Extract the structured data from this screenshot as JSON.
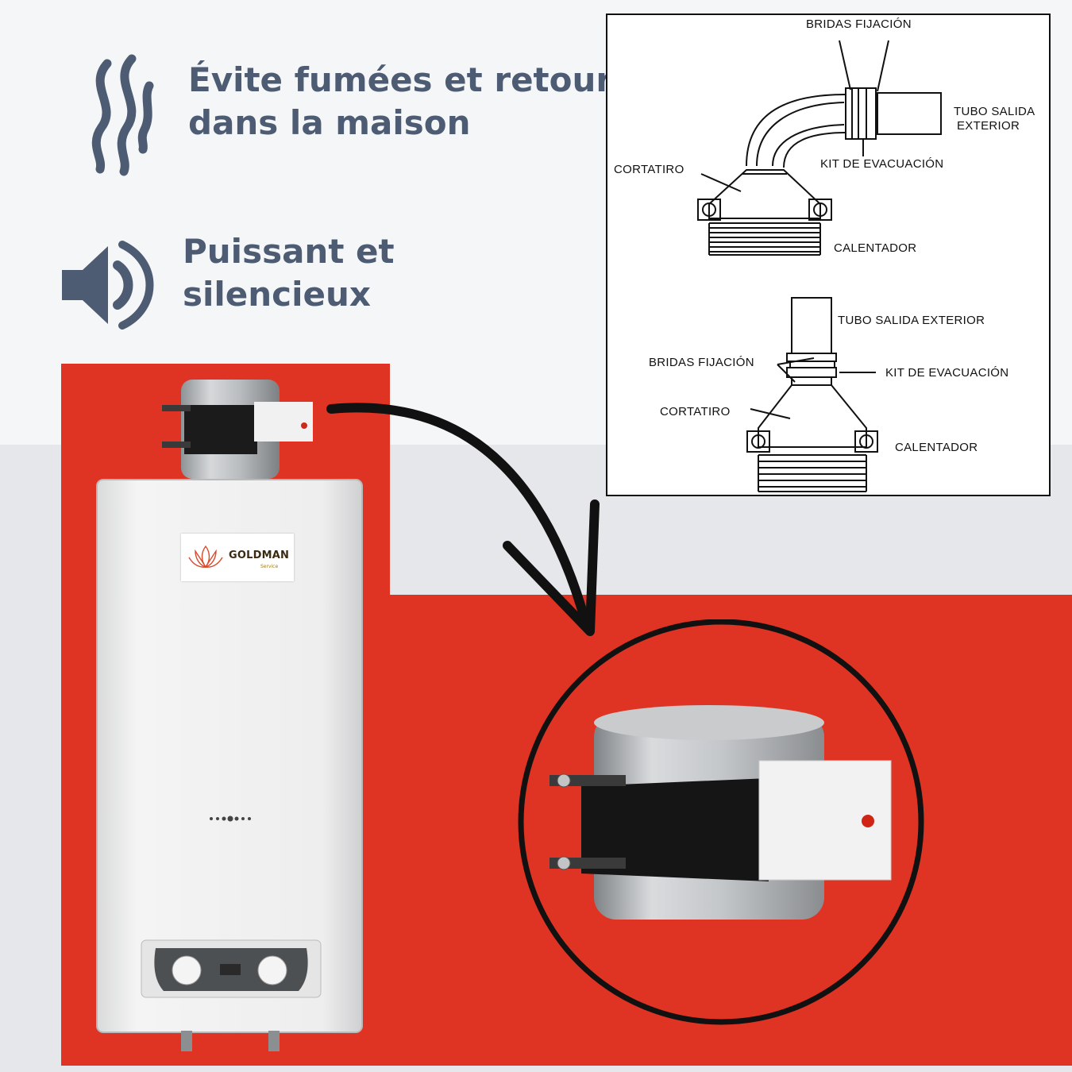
{
  "features": [
    {
      "icon": "smoke-icon",
      "lines": [
        "Évite fumées et retours",
        "dans la maison"
      ]
    },
    {
      "icon": "speaker-icon",
      "lines": [
        "Puissant et",
        "silencieux"
      ]
    }
  ],
  "diagram": {
    "top": {
      "bridas": "BRIDAS FIJACIÓN",
      "tubo_line1": "TUBO SALIDA",
      "tubo_line2": "EXTERIOR",
      "cortatiro": "CORTATIRO",
      "kit": "KIT DE EVACUACIÓN",
      "calentador": "CALENTADOR"
    },
    "bottom": {
      "tubo": "TUBO SALIDA EXTERIOR",
      "bridas": "BRIDAS FIJACIÓN",
      "kit": "KIT DE EVACUACIÓN",
      "cortatiro": "CORTATIRO",
      "calentador": "CALENTADOR"
    }
  },
  "product": {
    "brand": "GOLDMAN",
    "brand_sub": "Service"
  },
  "colors": {
    "accent_red": "#df3423",
    "text_slate": "#4d5c73",
    "background_light": "#f5f6f8",
    "background_grey": "#e6e7ea"
  }
}
